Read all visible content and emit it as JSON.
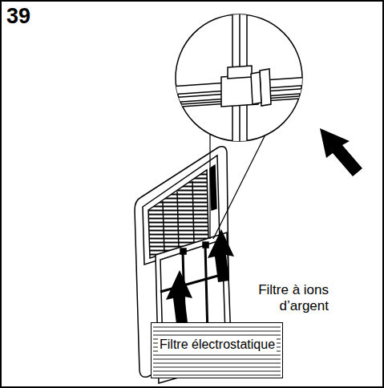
{
  "diagram": {
    "nodes": [
      {
        "text": [
          "Filtre électrostatique"
        ]
      }
    ],
    "labels": [
      "39",
      "Filtre à ions d’argent"
    ]
  }
}
